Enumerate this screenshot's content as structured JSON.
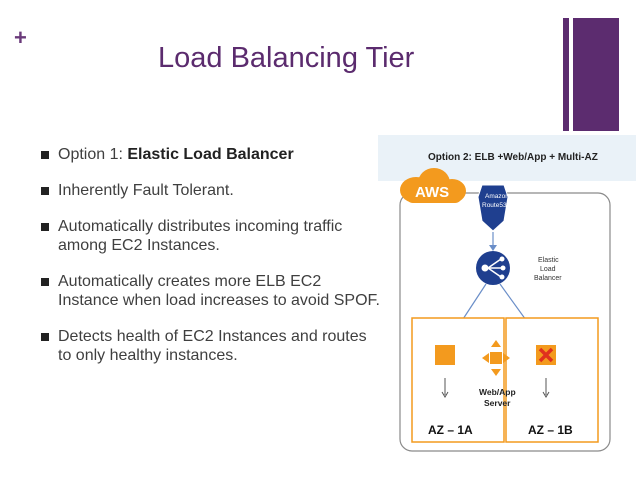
{
  "slide": {
    "plus_mark": "+",
    "title": "Load Balancing Tier",
    "bullets": [
      {
        "prefix": "Option 1: ",
        "bold": "Elastic Load Balancer"
      },
      {
        "text": "Inherently Fault Tolerant."
      },
      {
        "text": " Automatically distributes incoming traffic among EC2 Instances."
      },
      {
        "text": "Automatically creates more ELB EC2 Instance when load increases to avoid SPOF."
      },
      {
        "text": " Detects health of EC2 Instances and routes to only healthy instances."
      }
    ]
  },
  "diagram": {
    "heading": "Option 2: ELB +Web/App + Multi-AZ",
    "aws_label": "AWS",
    "route53_line1": "Amazon",
    "route53_line2": "Route53",
    "elb_line1": "Elastic",
    "elb_line2": "Load",
    "elb_line3": "Balancer",
    "webapp_line1": "Web/App",
    "webapp_line2": "Server",
    "az1": "AZ – 1A",
    "az2": "AZ – 1B",
    "colors": {
      "accent": "#5c2c6f",
      "aws_orange": "#f39a1e",
      "elb_blue": "#1f3f8f",
      "fail_red": "#e0301e"
    }
  }
}
